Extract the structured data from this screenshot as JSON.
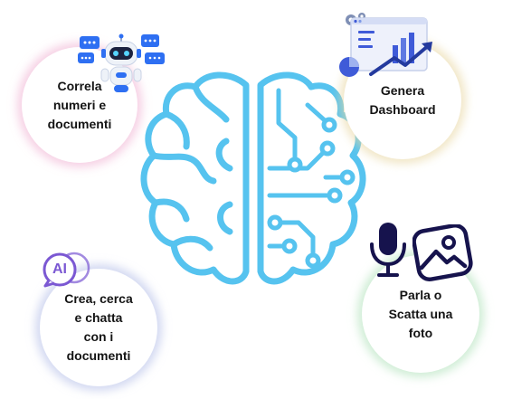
{
  "bubbles": {
    "top_left": "Correla\nnumeri e\ndocumenti",
    "top_right": "Genera\nDashboard",
    "bottom_left": "Crea, cerca\ne chatta\ncon i\ndocumenti",
    "bottom_right": "Parla o\nScatta una\nfoto"
  },
  "ai_badge": "AI",
  "colors": {
    "brain": "#56c3ef",
    "icon_dark": "#16134d",
    "ai_purple": "#7b58d3",
    "robot_blue": "#2e6ff2",
    "chart_blue": "#3f5bd8"
  },
  "icons": [
    "robot-icon",
    "dashboard-icon",
    "ai-chat-icon",
    "microphone-icon",
    "image-icon",
    "brain-icon"
  ]
}
